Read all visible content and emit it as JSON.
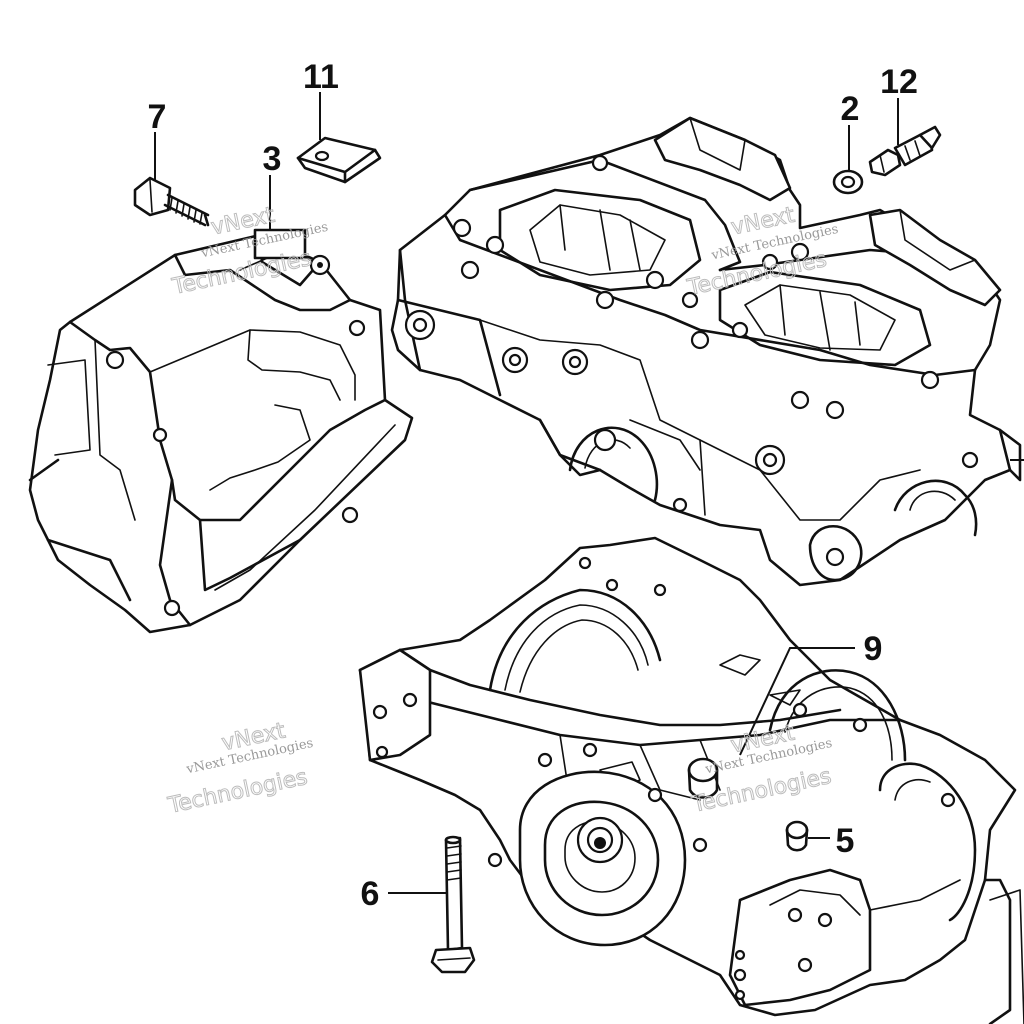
{
  "callouts": [
    {
      "id": "7",
      "label": "7"
    },
    {
      "id": "3",
      "label": "3"
    },
    {
      "id": "11",
      "label": "11"
    },
    {
      "id": "2",
      "label": "2"
    },
    {
      "id": "12",
      "label": "12"
    },
    {
      "id": "9",
      "label": "9"
    },
    {
      "id": "5",
      "label": "5"
    },
    {
      "id": "6",
      "label": "6"
    }
  ],
  "watermarks": [
    {
      "line1": "vNext",
      "line2": "vNext Technologies",
      "line3": "Technologies"
    },
    {
      "line1": "vNext",
      "line2": "vNext Technologies",
      "line3": "Technologies"
    },
    {
      "line1": "vNext",
      "line2": "vNext Technologies",
      "line3": "Technologies"
    },
    {
      "line1": "vNext",
      "line2": "vNext Technologies",
      "line3": "Technologies"
    }
  ],
  "colors": {
    "ink": "#111111",
    "background": "#ffffff",
    "watermark": "#bdbdbd"
  }
}
